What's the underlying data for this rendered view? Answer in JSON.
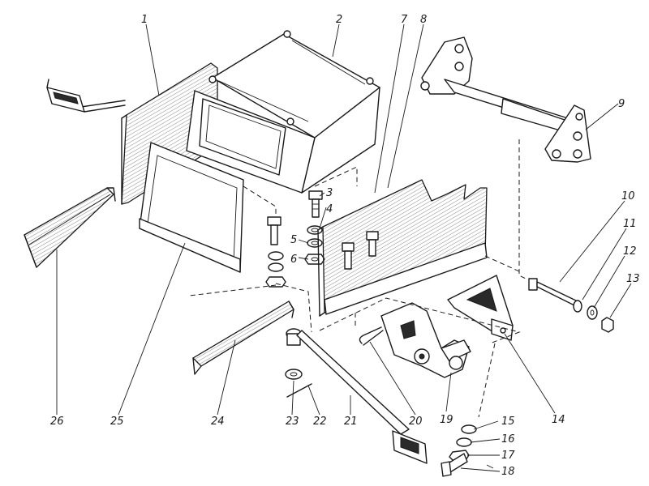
{
  "callouts": [
    {
      "n": "1"
    },
    {
      "n": "2"
    },
    {
      "n": "3"
    },
    {
      "n": "4"
    },
    {
      "n": "5"
    },
    {
      "n": "6"
    },
    {
      "n": "7"
    },
    {
      "n": "8"
    },
    {
      "n": "9"
    },
    {
      "n": "10"
    },
    {
      "n": "11"
    },
    {
      "n": "12"
    },
    {
      "n": "13"
    },
    {
      "n": "14"
    },
    {
      "n": "15"
    },
    {
      "n": "16"
    },
    {
      "n": "17"
    },
    {
      "n": "18"
    },
    {
      "n": "19"
    },
    {
      "n": "20"
    },
    {
      "n": "21"
    },
    {
      "n": "22"
    },
    {
      "n": "23"
    },
    {
      "n": "24"
    },
    {
      "n": "25"
    },
    {
      "n": "26"
    }
  ]
}
